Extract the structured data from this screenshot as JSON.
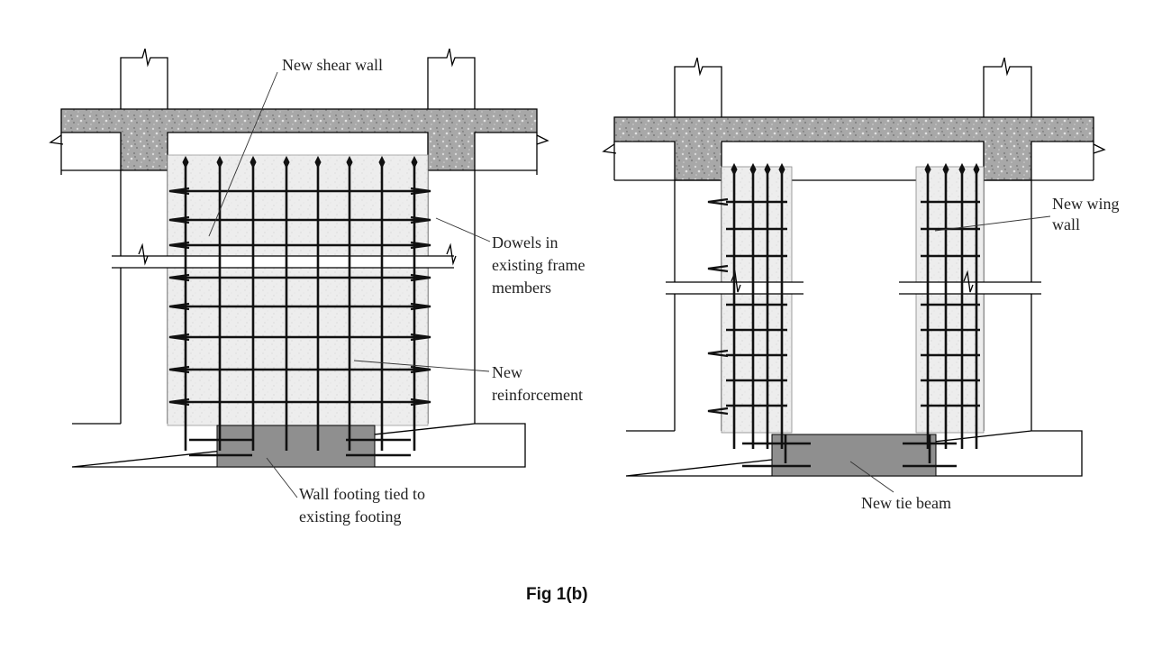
{
  "figure": {
    "caption": "Fig 1(b)",
    "left": {
      "labels": {
        "shear_wall": "New shear wall",
        "dowels_1": "Dowels in",
        "dowels_2": "existing frame",
        "dowels_3": "members",
        "reinf_1": "New",
        "reinf_2": "reinforcement",
        "footing_1": "Wall footing tied to",
        "footing_2": "existing footing"
      }
    },
    "right": {
      "labels": {
        "wing_1": "New wing",
        "wing_2": "wall",
        "tie_beam": "New tie beam"
      }
    }
  },
  "colors": {
    "slab": "#a9a9a9",
    "wall_fill": "#ececec",
    "footing_new": "#8f8f8f",
    "rebar": "#111111"
  }
}
